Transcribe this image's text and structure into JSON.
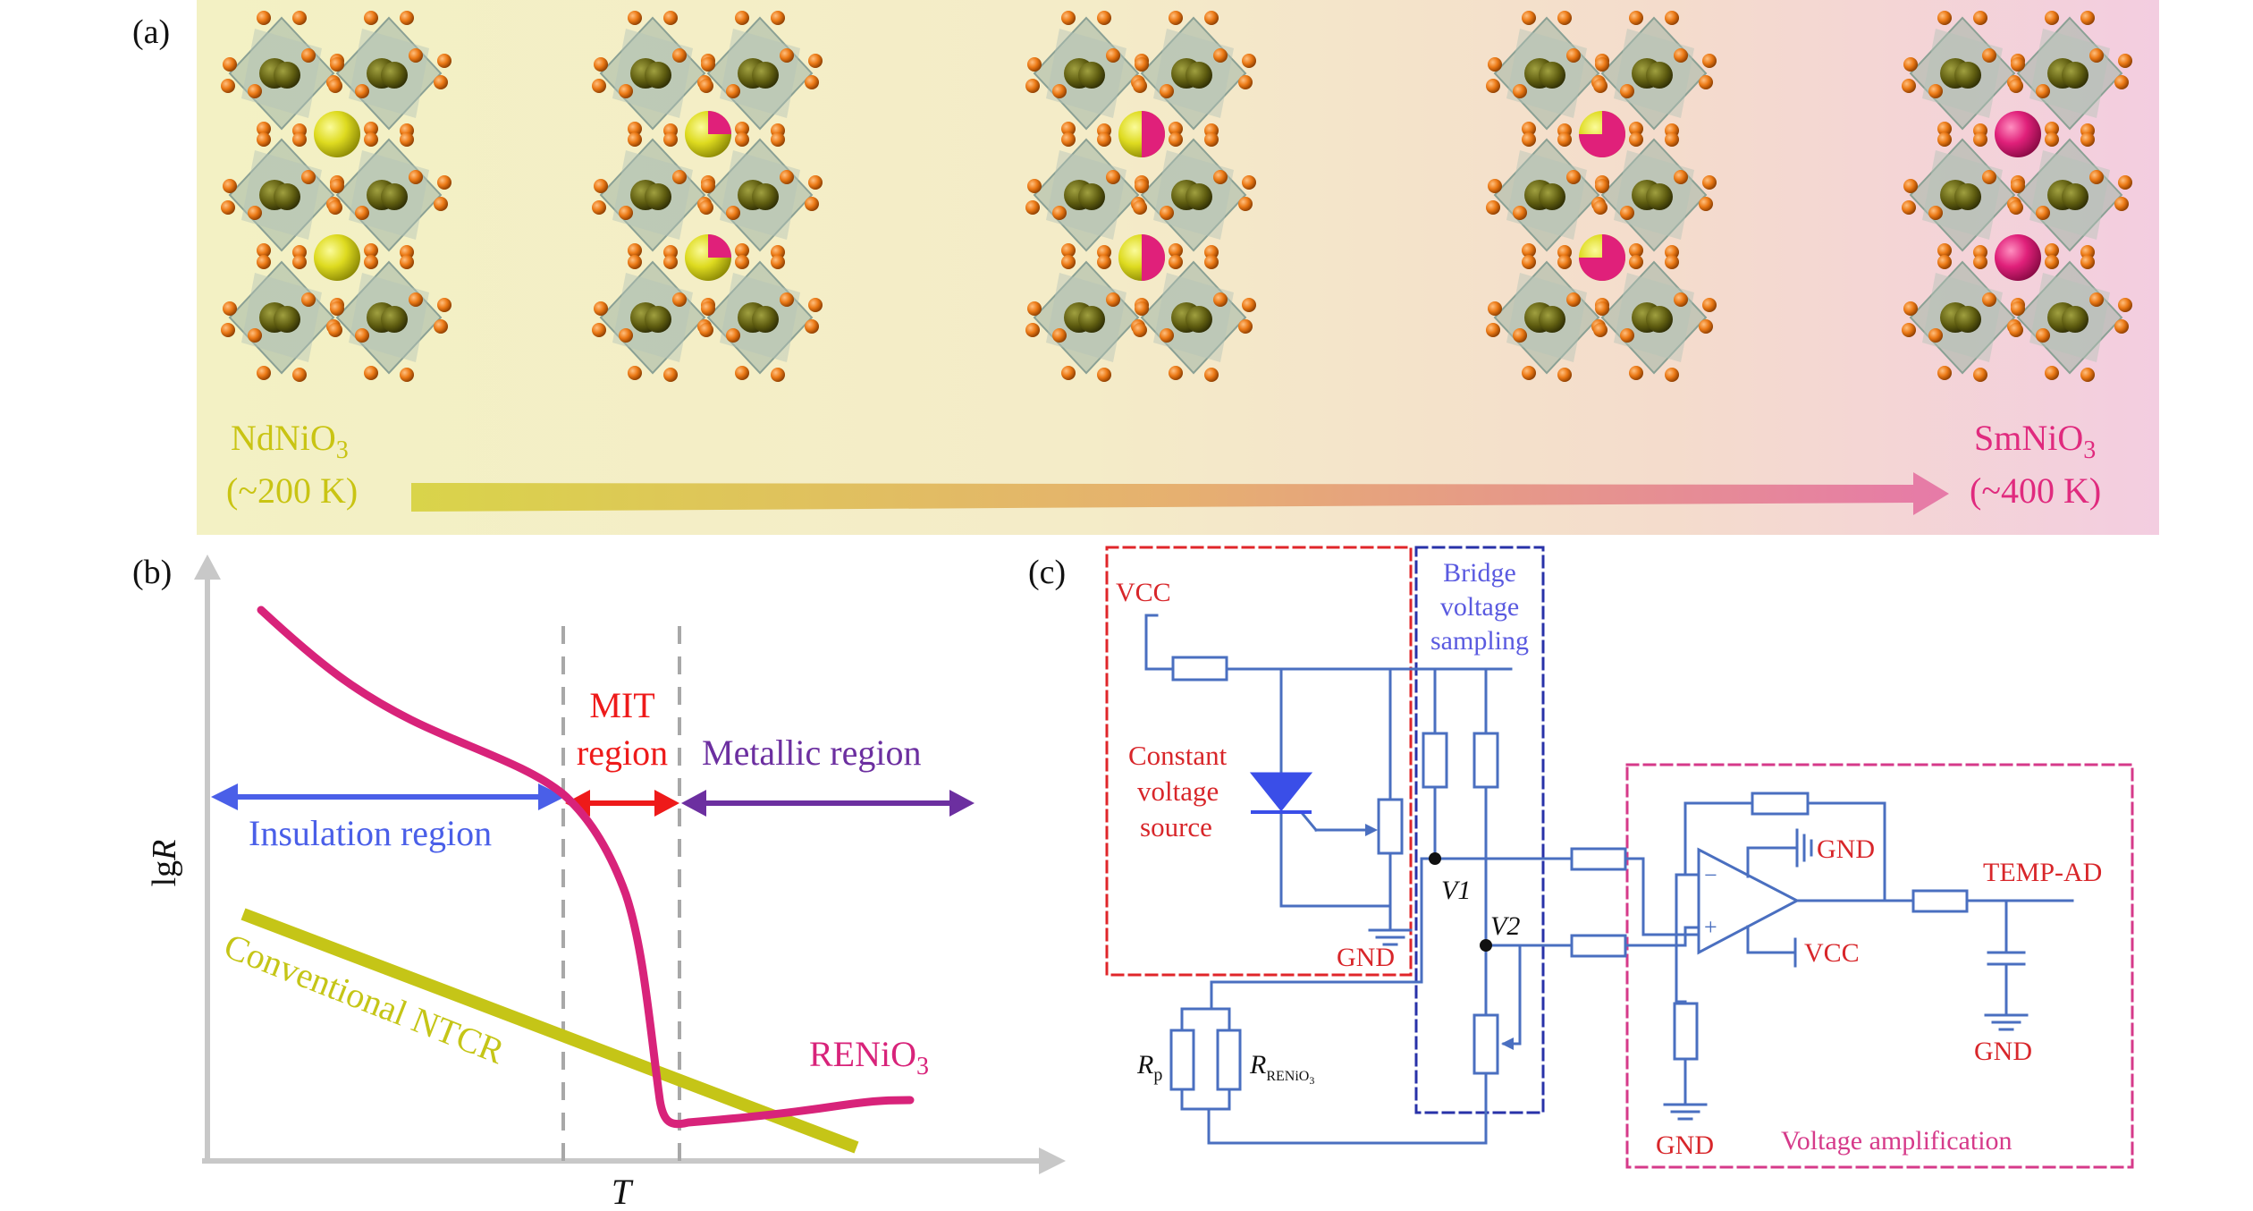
{
  "panel_a": {
    "label": "(a)",
    "left": {
      "formula": "NdNiO",
      "subscript": "3",
      "temp": "(~200 K)"
    },
    "right": {
      "formula": "SmNiO",
      "subscript": "3",
      "temp": "(~400 K)"
    },
    "colors": {
      "nd": "#d4d22a",
      "sm": "#e0297c",
      "bg_left": "#f3f1c2",
      "bg_right": "#f5cfe0"
    }
  },
  "panel_b": {
    "label": "(b)",
    "ylabel_prefix": "lg",
    "ylabel_var": "R",
    "xlabel": "T",
    "mit_line1": "MIT",
    "mit_line2": "region",
    "metallic": "Metallic region",
    "insulation": "Insulation region",
    "conventional": "Conventional NTCR",
    "reniO3": "RENiO",
    "reniO3_sub": "3"
  },
  "panel_c": {
    "label": "(c)",
    "vcc_top": "VCC",
    "constant1": "Constant",
    "constant2": "voltage",
    "constant3": "source",
    "gnd1": "GND",
    "bridge1": "Bridge",
    "bridge2": "voltage",
    "bridge3": "sampling",
    "v1": "V1",
    "v2": "V2",
    "rp": "R",
    "rp_sub": "p",
    "rreni": "R",
    "rreni_sub": "RENiO",
    "rreni_sub3": "3",
    "gnd_opamp": "GND",
    "vcc_opamp": "VCC",
    "temp_ad": "TEMP-AD",
    "gnd_cap": "GND",
    "gnd_amp": "GND",
    "voltage_amp": "Voltage amplification",
    "minus": "−",
    "plus": "+"
  }
}
